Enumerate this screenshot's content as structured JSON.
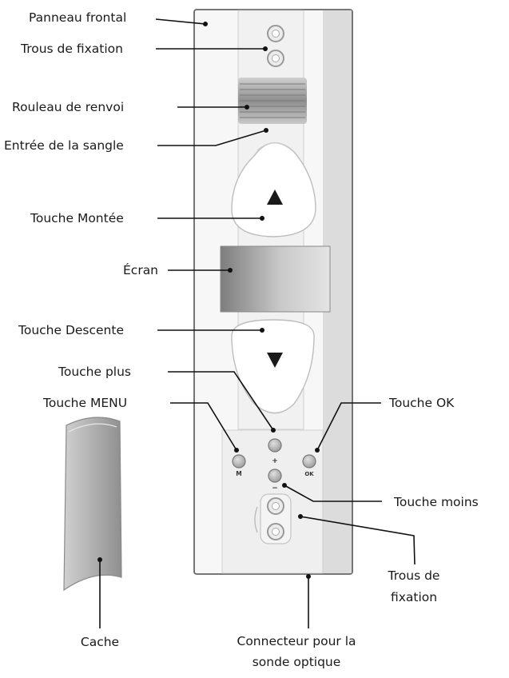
{
  "labels": {
    "panneau_frontal": "Panneau frontal",
    "trous_fixation_haut": "Trous de fixation",
    "rouleau_renvoi": "Rouleau de renvoi",
    "entree_sangle": "Entrée de la sangle",
    "touche_montee": "Touche Montée",
    "ecran": "Écran",
    "touche_descente": "Touche Descente",
    "touche_plus": "Touche plus",
    "touche_menu": "Touche MENU",
    "touche_ok": "Touche OK",
    "touche_moins": "Touche moins",
    "trous_fixation_bas_l1": "Trous de",
    "trous_fixation_bas_l2": "fixation",
    "cache": "Cache",
    "connecteur_l1": "Connecteur pour la",
    "connecteur_l2": "sonde optique"
  },
  "button_marks": {
    "menu": "M",
    "ok": "OK",
    "plus": "+",
    "minus": "−"
  },
  "colors": {
    "panel_fill": "#f6f6f6",
    "panel_outline": "#555555",
    "side_band": "#d9d9d9",
    "button_fill": "#b9b9b9",
    "screen_dark": "#8a8a8a",
    "screen_light": "#dcdcdc"
  }
}
